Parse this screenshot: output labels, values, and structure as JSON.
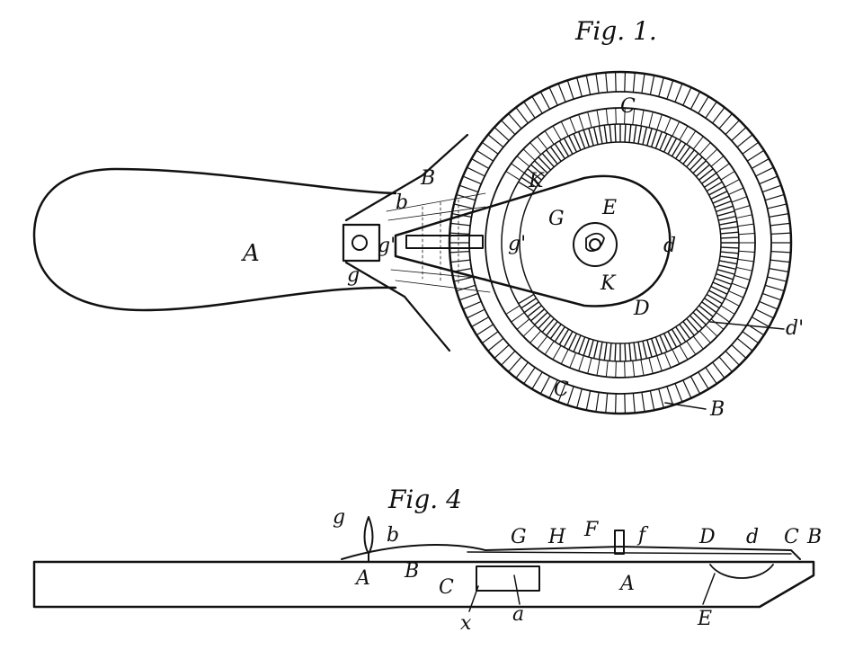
{
  "figures": {
    "fig1": {
      "title": "Fig. 1.",
      "labels": {
        "A": "A",
        "B_top": "B",
        "b": "b",
        "g_prime_left": "g'",
        "g": "g",
        "g_prime_right": "g'",
        "G": "G",
        "E": "E",
        "K_top": "K",
        "K_bottom": "K",
        "C_top": "C",
        "C_bottom": "C",
        "D": "D",
        "d": "d",
        "d_prime": "d'",
        "B_right": "B"
      }
    },
    "fig4": {
      "title": "Fig. 4",
      "labels": {
        "g": "g",
        "b": "b",
        "G": "G",
        "H": "H",
        "F": "F",
        "f": "f",
        "D": "D",
        "d_top": "d",
        "C_top": "C",
        "B_top": "B",
        "A_left": "A",
        "B_mid": "B",
        "C_mid": "C",
        "A_center": "A",
        "x": "x",
        "a": "a",
        "E": "E"
      }
    }
  }
}
